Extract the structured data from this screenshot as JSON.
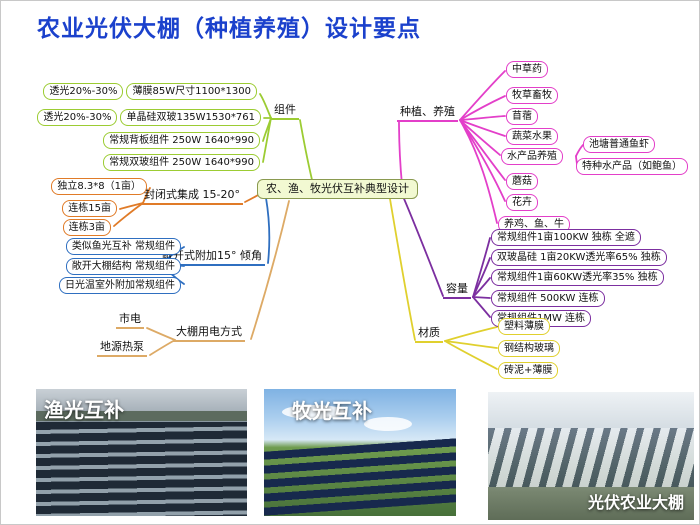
{
  "title": "农业光伏大棚（种植养殖）设计要点",
  "center_label": "农、渔、牧光伏互补典型设计",
  "colors": {
    "title_blue": "#1b41cc",
    "components_green": "#9ccc33",
    "enclosed_orange": "#e07b28",
    "open_blue": "#2f6fc0",
    "power_tan": "#ddaa66",
    "planting_pink": "#e33fc9",
    "capacity_purple": "#7c2fa0",
    "material_yellow": "#e0d02e"
  },
  "branches": {
    "components": {
      "label": "组件",
      "items": [
        "透光20%-30%",
        "薄膜85W尺寸1100*1300",
        "透光20%-30%",
        "单晶硅双玻135W1530*761",
        "常规背板组件 250W 1640*990",
        "常规双玻组件 250W 1640*990"
      ]
    },
    "enclosed": {
      "label": "封闭式集成 15-20°",
      "items": [
        "独立8.3*8（1亩）",
        "连栋15亩",
        "连栋3亩"
      ]
    },
    "open_type": {
      "label": "敞开式附加15° 倾角",
      "items": [
        "类似鱼光互补 常规组件",
        "敞开大棚结构 常规组件",
        "日光温室外附加常规组件"
      ]
    },
    "power": {
      "label": "大棚用电方式",
      "items": [
        "市电",
        "地源热泵"
      ]
    },
    "planting": {
      "label": "种植、养殖",
      "items": [
        "中草药",
        "牧草畜牧",
        "苜蓿",
        "蔬菜水果",
        "水产品养殖",
        "蘑菇",
        "花卉",
        "养鸡、鱼、牛"
      ],
      "aquaculture_children": [
        "池塘普通鱼虾",
        "特种水产品（如鲍鱼）"
      ]
    },
    "capacity": {
      "label": "容量",
      "items": [
        "常规组件1亩100KW 独栋 全遮",
        "双玻晶硅 1亩20KW透光率65% 独栋",
        "常规组件1亩60KW透光率35% 独栋",
        "常规组件 500KW 连栋",
        "常规组件1MW 连栋"
      ]
    },
    "material": {
      "label": "材质",
      "items": [
        "塑料薄膜",
        "钢结构玻璃",
        "砖泥+薄膜"
      ]
    }
  },
  "photos": [
    {
      "label": "渔光互补"
    },
    {
      "label": "牧光互补"
    },
    {
      "label": "光伏农业大棚"
    }
  ]
}
